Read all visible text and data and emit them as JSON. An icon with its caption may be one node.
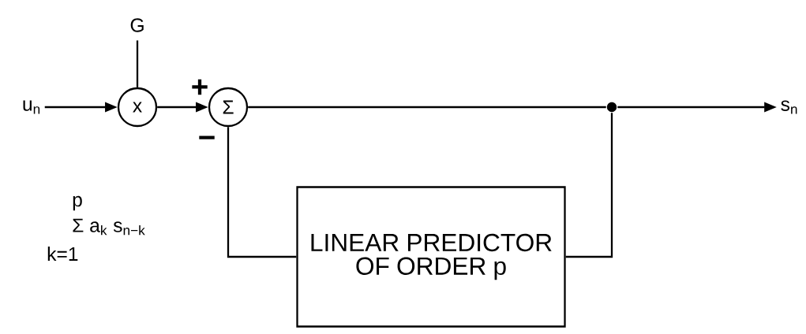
{
  "diagram": {
    "nodes": [
      {
        "text": [
          "u$_{n}$"
        ]
      },
      {
        "text": [
          "G"
        ]
      },
      {
        "text": [
          "x"
        ]
      },
      {
        "text": [
          "Σ"
        ]
      },
      {
        "text": [],
        "shape": "circle"
      },
      {
        "text": [
          "s$_{n}$"
        ]
      },
      {
        "text": [
          "LINEAR PREDICTOR OF ORDER p"
        ]
      }
    ],
    "edges": [
      {
        "from": 0,
        "to": 2,
        "arrow": "to"
      },
      {
        "from": 1,
        "to": 2,
        "arrow": "none"
      },
      {
        "from": 2,
        "to": 3,
        "arrow": "to",
        "label": "+"
      },
      {
        "from": 3,
        "to": 4,
        "arrow": "none"
      },
      {
        "from": 4,
        "to": 5,
        "arrow": "to"
      },
      {
        "from": 4,
        "to": 6,
        "arrow": "none"
      },
      {
        "from": 6,
        "to": 3,
        "arrow": "none",
        "label": "−"
      }
    ],
    "labels": [
      "p",
      "Σ a$_{k}$ s$_{n−k}$",
      "k=1"
    ]
  }
}
